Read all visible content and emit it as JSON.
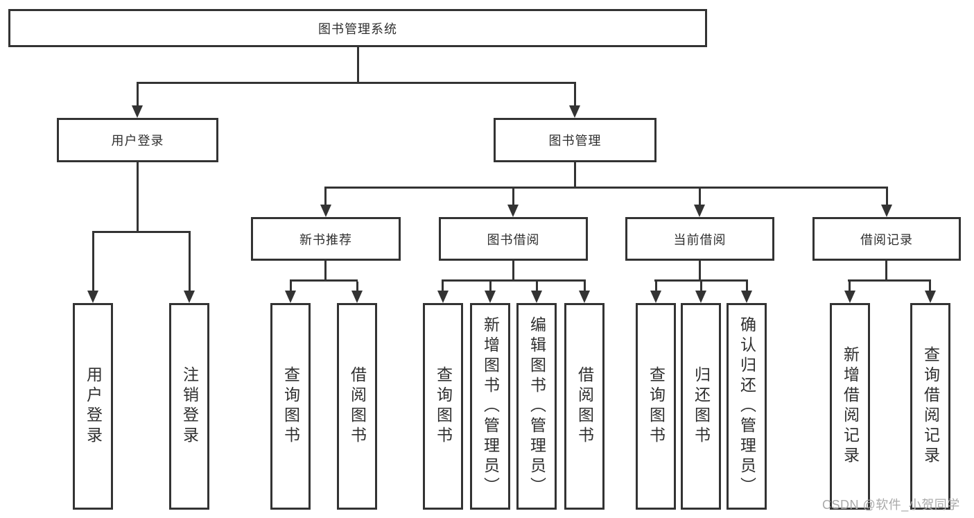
{
  "diagram": {
    "title": "图书管理系统",
    "root": {
      "label": "图书管理系统"
    },
    "user_login": {
      "label": "用户登录",
      "children": [
        {
          "label": "用户登录"
        },
        {
          "label": "注销登录"
        }
      ]
    },
    "book_mgmt": {
      "label": "图书管理",
      "modules": [
        {
          "label": "新书推荐",
          "children": [
            {
              "label": "查询图书"
            },
            {
              "label": "借阅图书"
            }
          ]
        },
        {
          "label": "图书借阅",
          "children": [
            {
              "label": "查询图书"
            },
            {
              "label": "新增图书（管理员）"
            },
            {
              "label": "编辑图书（管理员）"
            },
            {
              "label": "借阅图书"
            }
          ]
        },
        {
          "label": "当前借阅",
          "children": [
            {
              "label": "查询图书"
            },
            {
              "label": "归还图书"
            },
            {
              "label": "确认归还（管理员）"
            }
          ]
        },
        {
          "label": "借阅记录",
          "children": [
            {
              "label": "新增借阅记录"
            },
            {
              "label": "查询借阅记录"
            }
          ]
        }
      ]
    },
    "line_color": "#333333",
    "watermark": "CSDN @软件_小贺同学"
  }
}
